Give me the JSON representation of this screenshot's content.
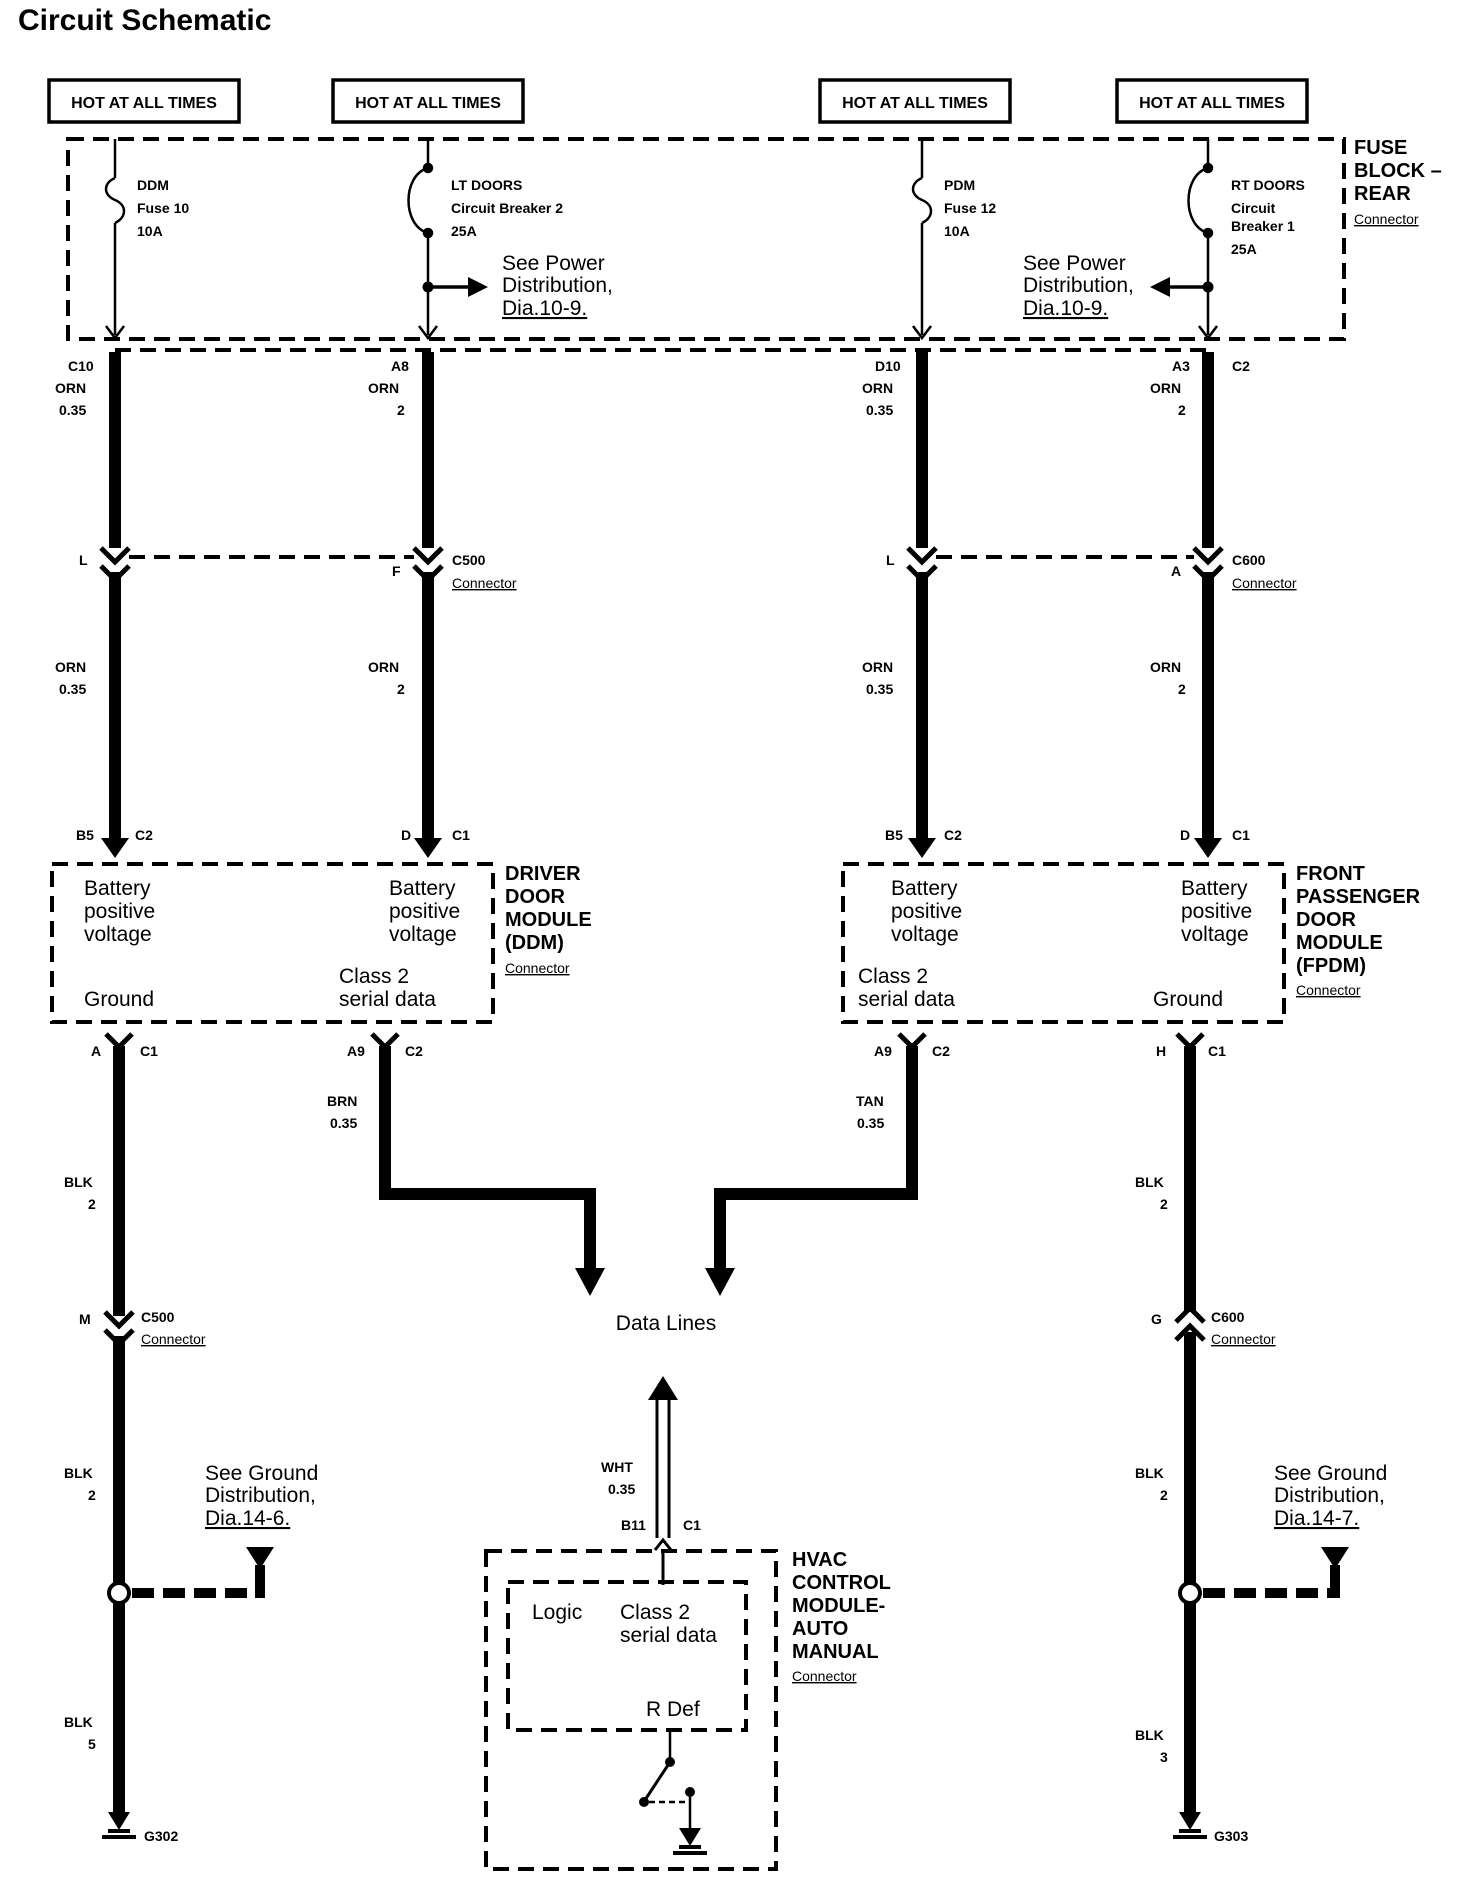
{
  "title": "Circuit Schematic",
  "hot_labels": [
    "HOT AT ALL TIMES",
    "HOT AT ALL TIMES",
    "HOT AT ALL TIMES",
    "HOT AT ALL TIMES"
  ],
  "fuse_block": {
    "lines": [
      "FUSE",
      "BLOCK –",
      "REAR"
    ],
    "connector": "Connector"
  },
  "fuses": [
    {
      "lines": [
        "DDM",
        "Fuse 10",
        "10A"
      ]
    },
    {
      "lines": [
        "LT DOORS",
        "Circuit Breaker 2",
        "25A"
      ]
    },
    {
      "lines": [
        "PDM",
        "Fuse 12",
        "10A"
      ]
    },
    {
      "lines": [
        "RT DOORS",
        "Circuit",
        "Breaker 1",
        "25A"
      ]
    }
  ],
  "power_refs": [
    {
      "lines": [
        "See Power",
        "Distribution,",
        "Dia.10-9."
      ]
    },
    {
      "lines": [
        "See Power",
        "Distribution,",
        "Dia.10-9."
      ]
    }
  ],
  "wires": {
    "w1_top": {
      "pin": "C10",
      "color": "ORN",
      "size": "0.35"
    },
    "w2_top": {
      "pin": "A8",
      "color": "ORN",
      "size": "2"
    },
    "w3_top": {
      "pin": "D10",
      "color": "ORN",
      "size": "0.35"
    },
    "w4_top": {
      "pin": "A3",
      "color": "ORN",
      "size": "2",
      "conn": "C2"
    },
    "w1_mid": {
      "color": "ORN",
      "size": "0.35"
    },
    "w2_mid": {
      "color": "ORN",
      "size": "2"
    },
    "w3_mid": {
      "color": "ORN",
      "size": "0.35"
    },
    "w4_mid": {
      "color": "ORN",
      "size": "2"
    },
    "brn": {
      "color": "BRN",
      "size": "0.35"
    },
    "tan": {
      "color": "TAN",
      "size": "0.35"
    },
    "blk_l1": {
      "color": "BLK",
      "size": "2"
    },
    "blk_l2": {
      "color": "BLK",
      "size": "2"
    },
    "blk_l3": {
      "color": "BLK",
      "size": "5"
    },
    "blk_r1": {
      "color": "BLK",
      "size": "2"
    },
    "blk_r2": {
      "color": "BLK",
      "size": "2"
    },
    "blk_r3": {
      "color": "BLK",
      "size": "3"
    },
    "wht": {
      "color": "WHT",
      "size": "0.35"
    }
  },
  "connectors": {
    "c500_top": {
      "pin_l": "L",
      "pin_r": "F",
      "name": "C500",
      "label": "Connector"
    },
    "c600_top": {
      "pin_l": "L",
      "pin_r": "A",
      "name": "C600",
      "label": "Connector"
    },
    "c500_bot": {
      "pin": "M",
      "name": "C500",
      "label": "Connector"
    },
    "c600_bot": {
      "pin": "G",
      "name": "C600",
      "label": "Connector"
    }
  },
  "ddm": {
    "lines": [
      "DRIVER",
      "DOOR",
      "MODULE",
      "(DDM)"
    ],
    "connector": "Connector",
    "pins_top": [
      {
        "pin": "B5",
        "conn": "C2"
      },
      {
        "pin": "D",
        "conn": "C1"
      }
    ],
    "pins_bot": [
      {
        "pin": "A",
        "conn": "C1"
      },
      {
        "pin": "A9",
        "conn": "C2"
      }
    ],
    "batt_left": [
      "Battery",
      "positive",
      "voltage"
    ],
    "batt_right": [
      "Battery",
      "positive",
      "voltage"
    ],
    "ground": "Ground",
    "data": [
      "Class 2",
      "serial data"
    ]
  },
  "fpdm": {
    "lines": [
      "FRONT",
      "PASSENGER",
      "DOOR",
      "MODULE",
      "(FPDM)"
    ],
    "connector": "Connector",
    "pins_top": [
      {
        "pin": "B5",
        "conn": "C2"
      },
      {
        "pin": "D",
        "conn": "C1"
      }
    ],
    "pins_bot": [
      {
        "pin": "A9",
        "conn": "C2"
      },
      {
        "pin": "H",
        "conn": "C1"
      }
    ],
    "batt_left": [
      "Battery",
      "positive",
      "voltage"
    ],
    "batt_right": [
      "Battery",
      "positive",
      "voltage"
    ],
    "ground": "Ground",
    "data": [
      "Class 2",
      "serial data"
    ]
  },
  "data_lines": "Data Lines",
  "hvac": {
    "lines": [
      "HVAC",
      "CONTROL",
      "MODULE-",
      "AUTO",
      "MANUAL"
    ],
    "connector": "Connector",
    "pin": "B11",
    "conn": "C1",
    "logic": "Logic",
    "data": [
      "Class 2",
      "serial data"
    ],
    "rdef": "R Def"
  },
  "ground_refs": [
    {
      "lines": [
        "See Ground",
        "Distribution,",
        "Dia.14-6."
      ]
    },
    {
      "lines": [
        "See Ground",
        "Distribution,",
        "Dia.14-7."
      ]
    }
  ],
  "grounds": {
    "left": "G302",
    "right": "G303"
  }
}
